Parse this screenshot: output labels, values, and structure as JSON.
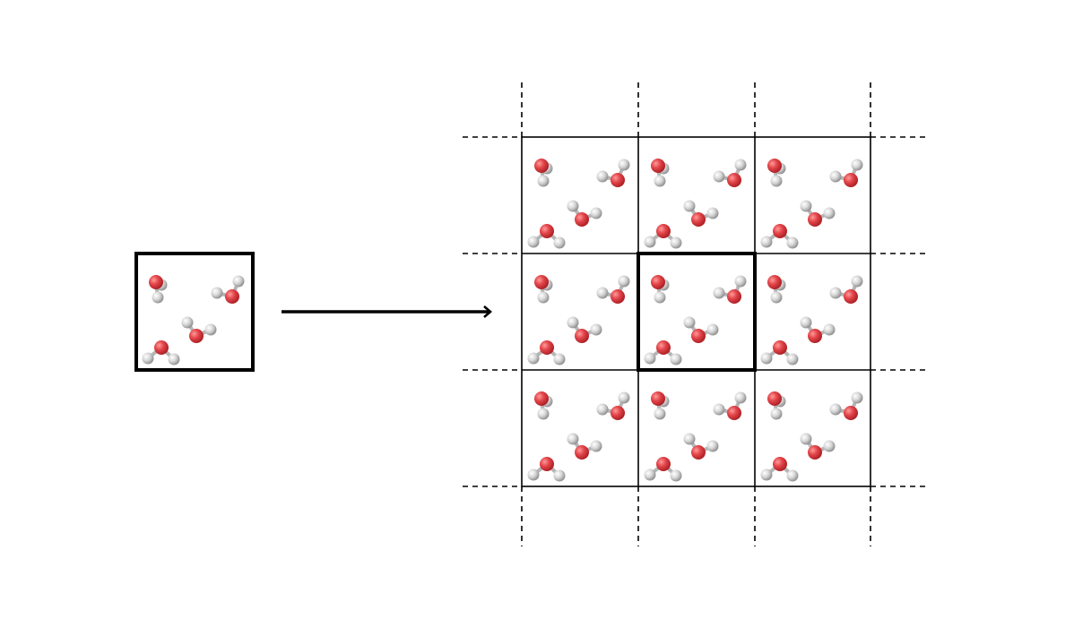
{
  "diagram": {
    "description_text": "",
    "colors": {
      "oxygen": "#d9343a",
      "hydrogen": "#c8c8c8",
      "box_stroke": "#000000",
      "background": "#ffffff"
    },
    "molecule_count_per_cell": 4,
    "grid": {
      "rows": 3,
      "cols": 3,
      "highlighted_cell": "center"
    },
    "icons": [
      "arrow-right-icon",
      "water-molecule-icon"
    ]
  }
}
